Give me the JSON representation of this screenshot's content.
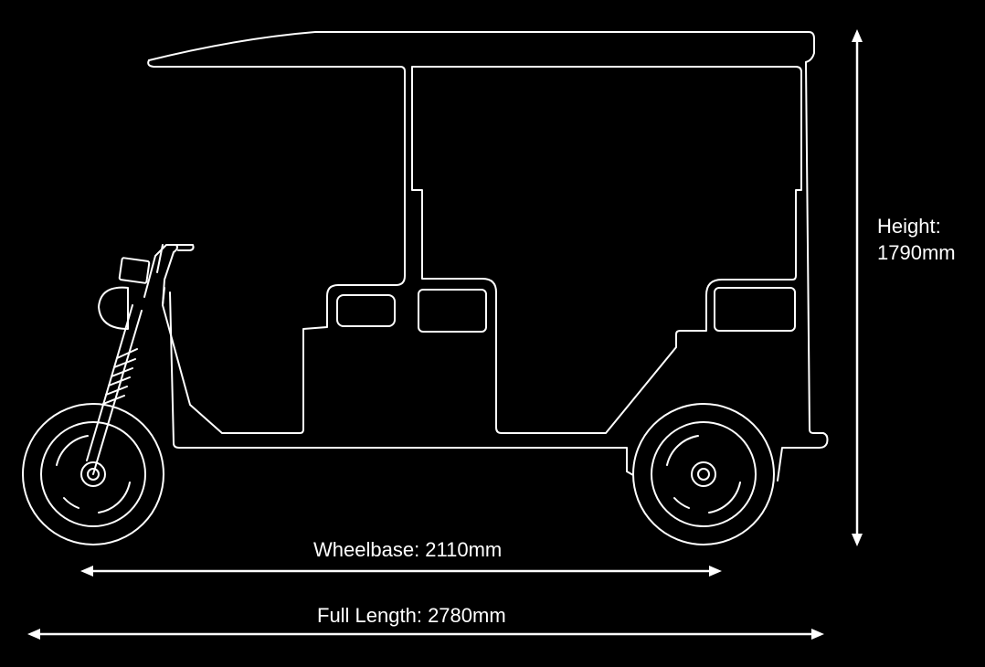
{
  "background_color": "#000000",
  "line_color": "#ffffff",
  "dimensions": {
    "height": {
      "label": "Height:",
      "value": "1790mm"
    },
    "wheelbase": {
      "label": "Wheelbase: 2110mm"
    },
    "full_length": {
      "label": "Full Length: 2780mm"
    }
  }
}
